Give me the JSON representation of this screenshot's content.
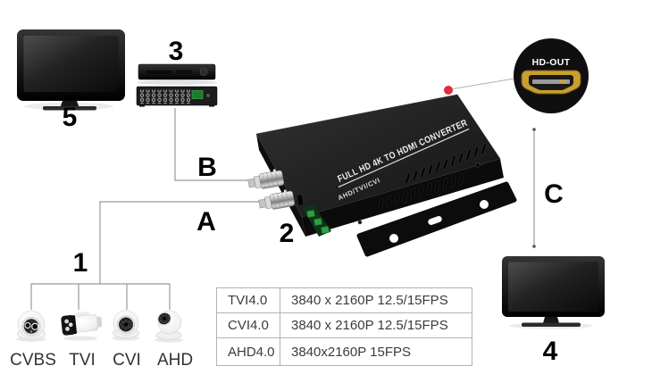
{
  "markers": {
    "cameras_group": "1",
    "converter": "2",
    "dvr": "3",
    "display_out": "4",
    "display_dvr": "5"
  },
  "connections": {
    "a": "A",
    "b": "B",
    "c": "C"
  },
  "converter": {
    "title": "FULL HD 4K TO HDMI CONVERTER",
    "subtitle": "AHD/TVI/CVI"
  },
  "hdmi_callout": {
    "port_label": "HD-OUT"
  },
  "cameras": [
    {
      "label": "CVBS"
    },
    {
      "label": "TVI"
    },
    {
      "label": "CVI"
    },
    {
      "label": "AHD"
    }
  ],
  "spec_table": {
    "rows": [
      {
        "format": "TVI4.0",
        "resolution": "3840 x 2160P 12.5/15FPS"
      },
      {
        "format": "CVI4.0",
        "resolution": "3840 x 2160P 12.5/15FPS"
      },
      {
        "format": "AHD4.0",
        "resolution": "3840x2160P 15FPS"
      }
    ]
  },
  "colors": {
    "callout_dot": "#e02b3f",
    "hdmi_gold": "#c99f2e",
    "line": "#9a9a9a"
  }
}
